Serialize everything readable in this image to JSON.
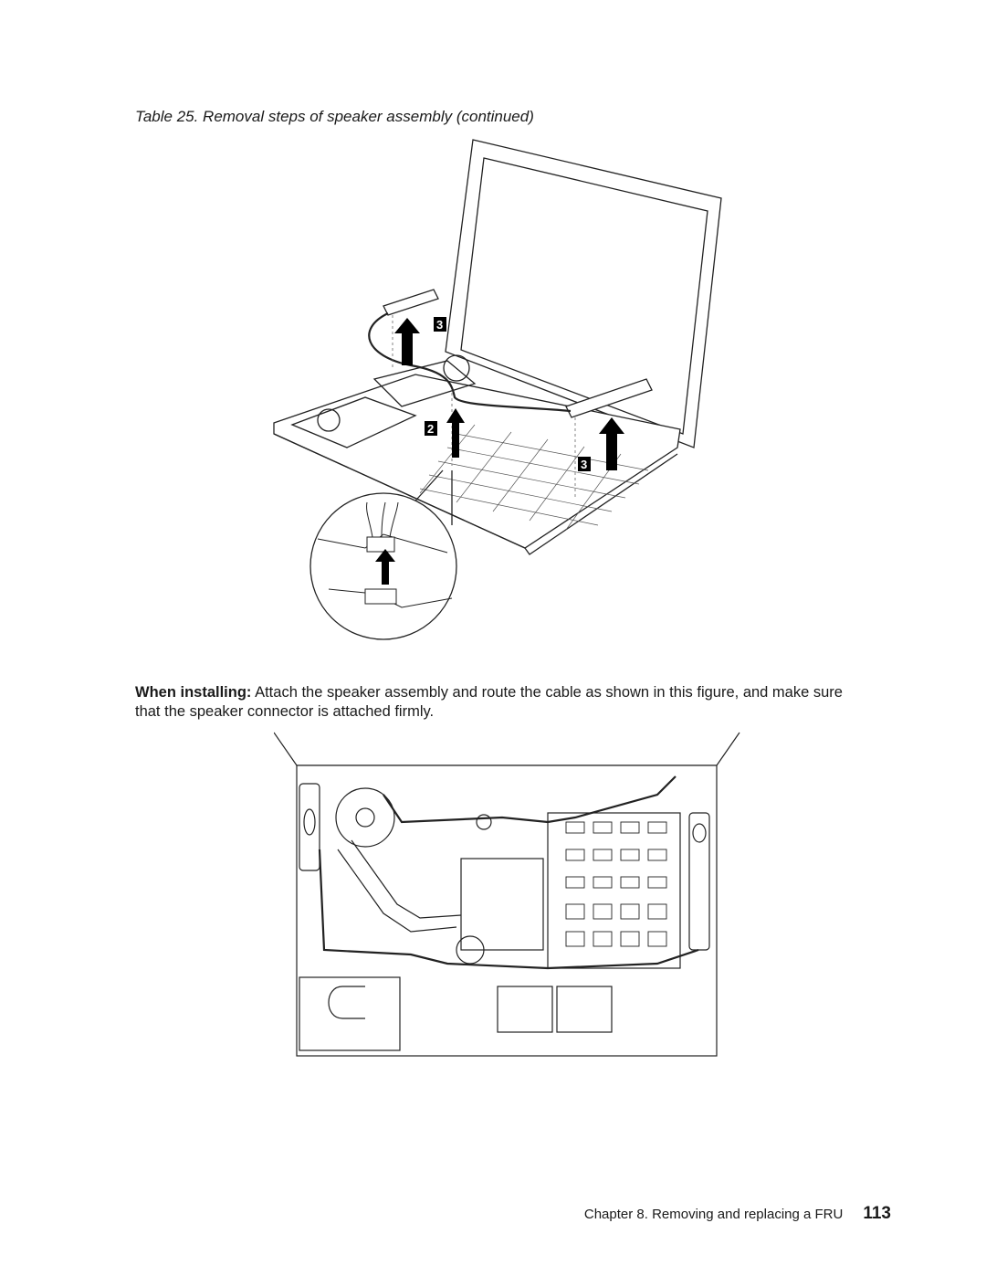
{
  "caption": "Table 25. Removal steps of speaker assembly (continued)",
  "callouts": {
    "c1": "3",
    "c2": "2",
    "c3": "3"
  },
  "instruction": {
    "label": "When installing:",
    "text": " Attach the speaker assembly and route the cable as shown in this figure, and make sure that the speaker connector is attached firmly."
  },
  "footer": {
    "chapter": "Chapter 8. Removing and replacing a FRU",
    "page_number": "113"
  }
}
